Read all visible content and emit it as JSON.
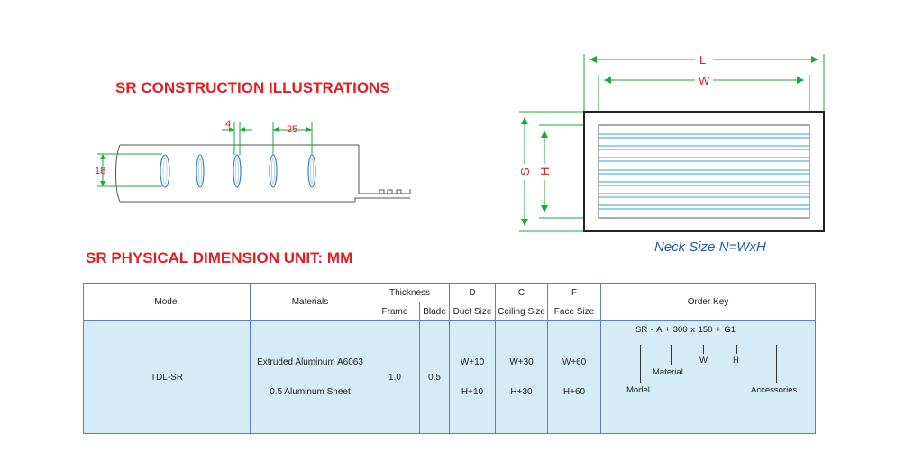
{
  "headings": {
    "construction": "SR CONSTRUCTION ILLUSTRATIONS",
    "dimension": "SR PHYSICAL DIMENSION UNIT: MM"
  },
  "construction_labels": {
    "slot_width": "4",
    "pitch": "25",
    "height": "18"
  },
  "front_view": {
    "L": "L",
    "W": "W",
    "S": "S",
    "H": "H",
    "caption": "Neck Size N=WxH"
  },
  "table": {
    "headers": {
      "model": "Model",
      "materials": "Materials",
      "thickness": "Thickness",
      "frame": "Frame",
      "blade": "Blade",
      "d": "D",
      "duct_size": "Duct Size",
      "c": "C",
      "ceiling_size": "Ceiling Size",
      "f": "F",
      "face_size": "Face Size",
      "order_key": "Order Key"
    },
    "row": {
      "model": "TDL-SR",
      "material_1": "Extruded Aluminum A6063",
      "material_2": "0.5 Aluminum Sheet",
      "frame": "1.0",
      "blade": "0.5",
      "d_1": "W+10",
      "d_2": "H+10",
      "c_1": "W+30",
      "c_2": "H+30",
      "f_1": "W+60",
      "f_2": "H+60"
    },
    "order_key": {
      "code": "SR  -  A  +  300  x  150  +  G1",
      "material": "Material",
      "w": "W",
      "h": "H",
      "model": "Model",
      "accessories": "Accessories"
    }
  },
  "colors": {
    "heading": "#e31e24",
    "caption": "#1f5ba8",
    "dimension_arrow": "#1aaa3a",
    "table_border": "#5b7fc4",
    "table_fill": "#d5ecf7"
  }
}
